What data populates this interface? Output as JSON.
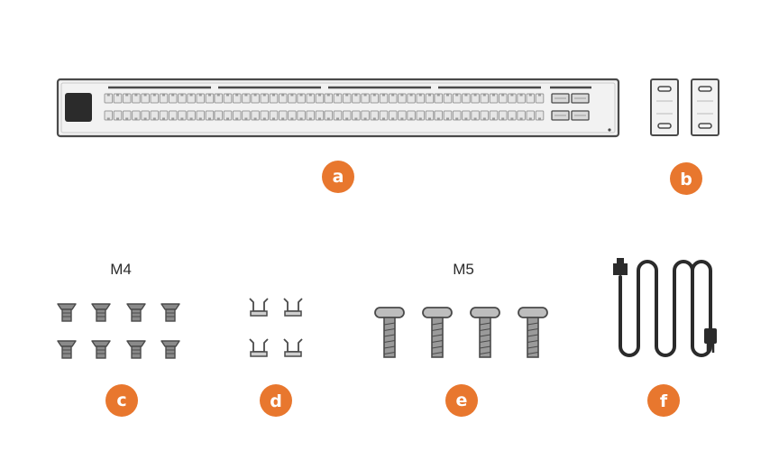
{
  "colors": {
    "accent": "#E8772E",
    "line": "#4a4a4a",
    "panel": "#f2f2f2",
    "port": "#9a9a9a",
    "portFill": "#e6e6e6",
    "block": "#2b2b2b"
  },
  "items": [
    {
      "letter": "a",
      "part": "switch"
    },
    {
      "letter": "b",
      "part": "rack-ears"
    },
    {
      "letter": "c",
      "part": "m4-screws",
      "size_label": "M4"
    },
    {
      "letter": "d",
      "part": "cage-nuts"
    },
    {
      "letter": "e",
      "part": "m5-screws",
      "size_label": "M5"
    },
    {
      "letter": "f",
      "part": "power-cord"
    }
  ]
}
